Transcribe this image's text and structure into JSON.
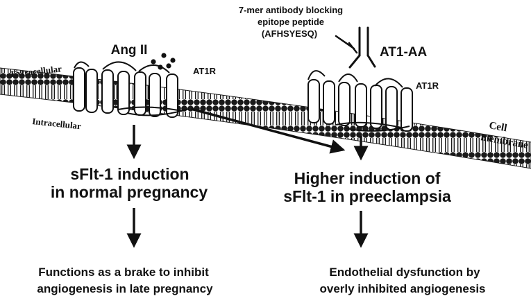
{
  "labels": {
    "ang_ii": "Ang II",
    "at1aa": "AT1-AA",
    "at1r_left": "AT1R",
    "at1r_right": "AT1R",
    "extracellular": "Extracellular",
    "intracellular": "Intracellular",
    "cell": "Cell",
    "membrane": "membrane",
    "peptide_line1": "7-mer antibody blocking",
    "peptide_line2": "epitope peptide",
    "peptide_line3": "(AFHSYESQ)"
  },
  "pathways": {
    "normal": {
      "induction_line1": "sFlt-1 induction",
      "induction_line2": "in normal pregnancy",
      "outcome_line1": "Functions as a brake to inhibit",
      "outcome_line2": "angiogenesis in late pregnancy"
    },
    "preeclampsia": {
      "induction_line1": "Higher induction of",
      "induction_line2": "sFlt-1 in preeclampsia",
      "outcome_line1": "Endothelial dysfunction by",
      "outcome_line2": "overly inhibited angiogenesis"
    }
  }
}
